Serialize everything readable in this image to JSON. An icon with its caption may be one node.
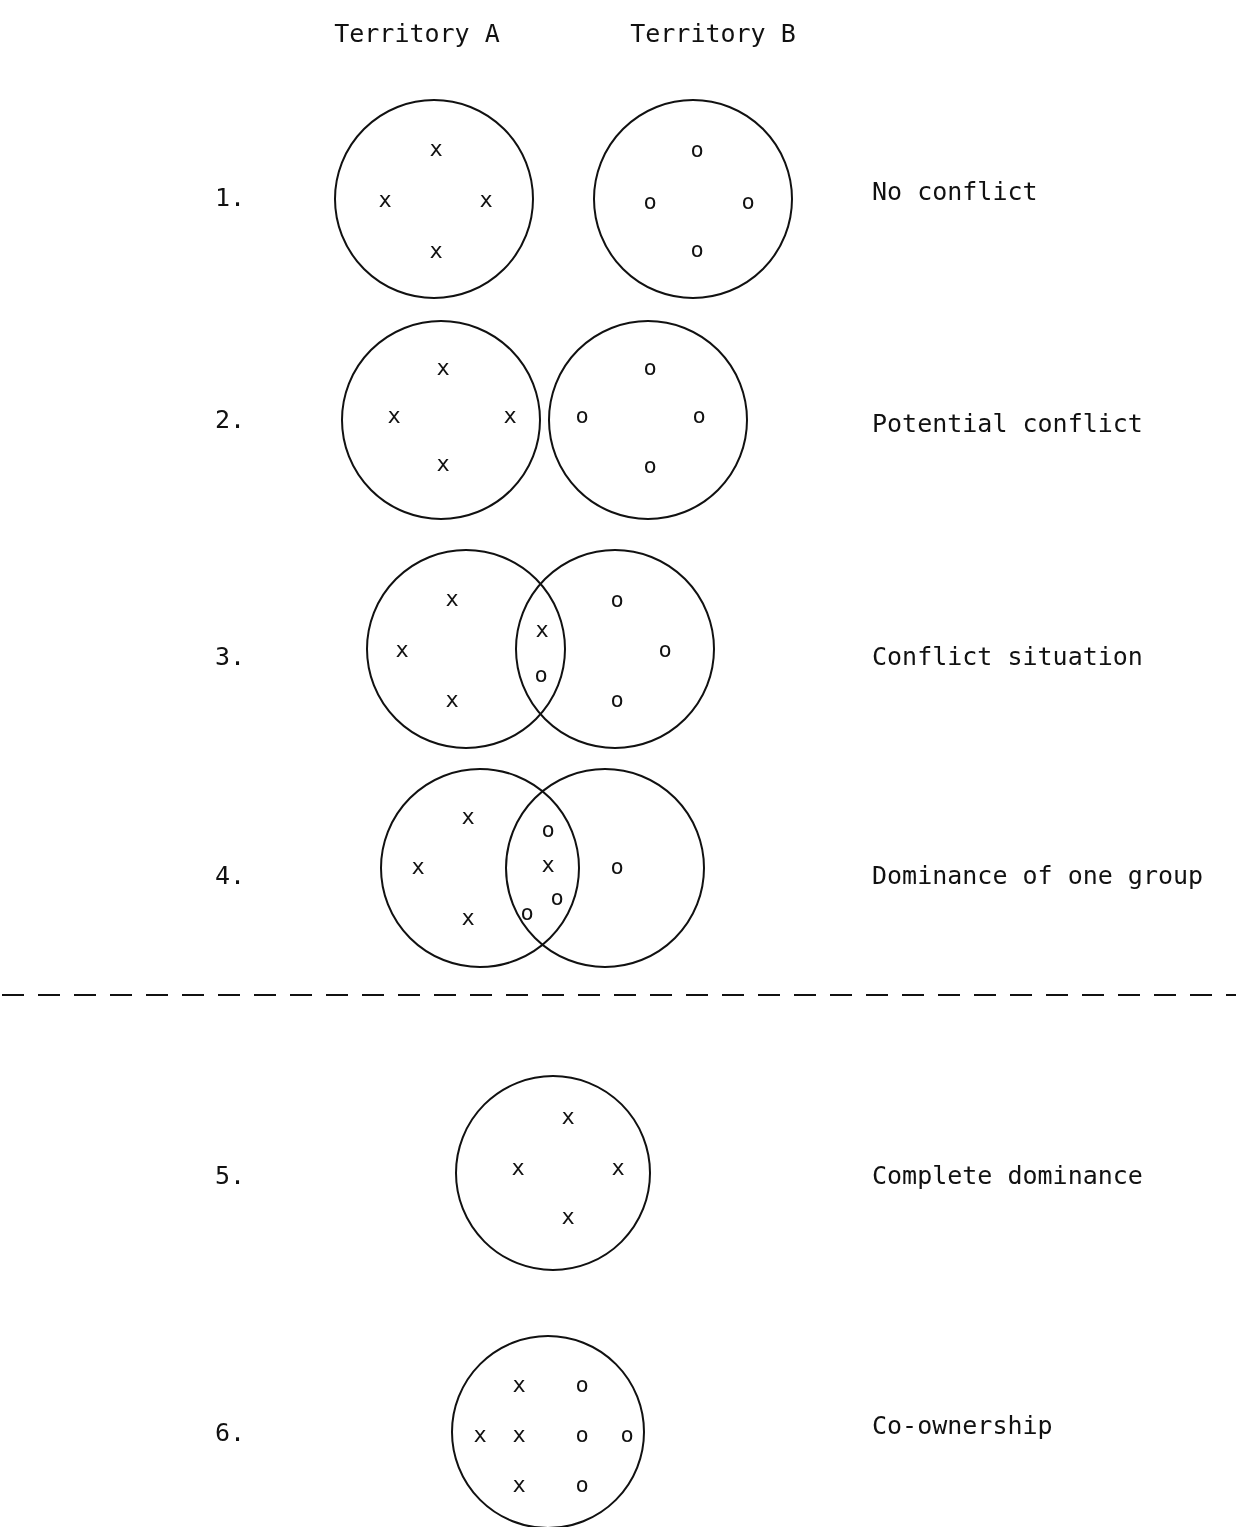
{
  "diagram": {
    "nodes": [
      {
        "text": [
          "x",
          "x",
          "x",
          "x"
        ]
      },
      {
        "text": [
          "o",
          "o",
          "o",
          "o"
        ]
      },
      {
        "text": [
          "x",
          "x",
          "x",
          "x"
        ]
      },
      {
        "text": [
          "o",
          "o",
          "o",
          "o"
        ]
      },
      {
        "text": [
          "x",
          "x",
          "x"
        ]
      },
      {
        "text": [
          "o",
          "o",
          "o"
        ]
      },
      {
        "text": [
          "x",
          "x",
          "x"
        ]
      },
      {
        "text": [
          "o"
        ]
      },
      {
        "text": [
          "x",
          "x",
          "x",
          "x"
        ]
      },
      {
        "text": [
          "x",
          "o",
          "x",
          "x",
          "o",
          "o",
          "x",
          "o"
        ]
      }
    ],
    "labels": [
      "Territory A",
      "Territory B",
      "1.",
      "No conflict",
      "2.",
      "Potential conflict",
      "3.",
      "x",
      "o",
      "Conflict situation",
      "4.",
      "o",
      "x",
      "o",
      "o",
      "Dominance of one group",
      "5.",
      "Complete dominance",
      "6.",
      "Co-ownership"
    ]
  }
}
